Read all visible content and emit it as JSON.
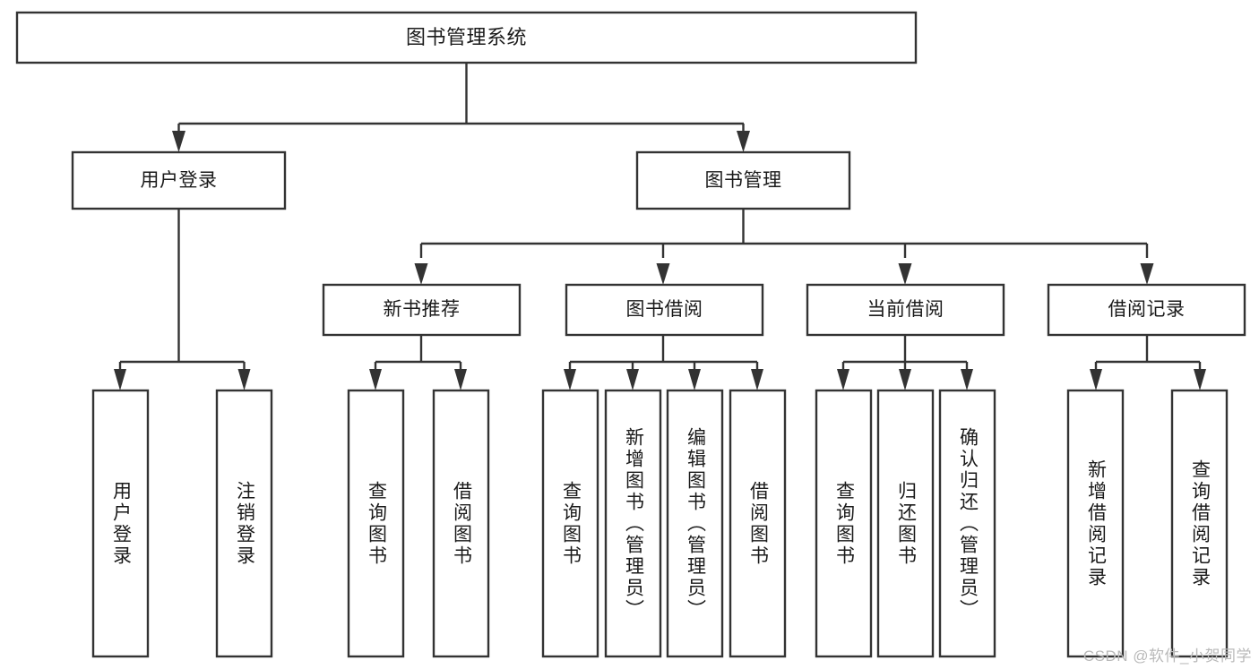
{
  "diagram": {
    "title": "图书管理系统",
    "watermark": "CSDN @软件_小贺同学",
    "stroke_color": "#333333",
    "box_fill": "#ffffff",
    "background": "#ffffff",
    "nodes": {
      "root": {
        "label": "图书管理系统",
        "orientation": "horizontal"
      },
      "l2_0": {
        "label": "用户登录",
        "orientation": "horizontal"
      },
      "l2_1": {
        "label": "图书管理",
        "orientation": "horizontal"
      },
      "l3_0": {
        "label": "新书推荐",
        "orientation": "horizontal"
      },
      "l3_1": {
        "label": "图书借阅",
        "orientation": "horizontal"
      },
      "l3_2": {
        "label": "当前借阅",
        "orientation": "horizontal"
      },
      "l3_3": {
        "label": "借阅记录",
        "orientation": "horizontal"
      },
      "leaf_0": {
        "label": "用户登录",
        "orientation": "vertical"
      },
      "leaf_1": {
        "label": "注销登录",
        "orientation": "vertical"
      },
      "leaf_2": {
        "label": "查询图书",
        "orientation": "vertical"
      },
      "leaf_3": {
        "label": "借阅图书",
        "orientation": "vertical"
      },
      "leaf_4": {
        "label": "查询图书",
        "orientation": "vertical"
      },
      "leaf_5": {
        "label": "新增图书（管理员）",
        "orientation": "vertical"
      },
      "leaf_6": {
        "label": "编辑图书（管理员）",
        "orientation": "vertical"
      },
      "leaf_7": {
        "label": "借阅图书",
        "orientation": "vertical"
      },
      "leaf_8": {
        "label": "查询图书",
        "orientation": "vertical"
      },
      "leaf_9": {
        "label": "归还图书",
        "orientation": "vertical"
      },
      "leaf_10": {
        "label": "确认归还（管理员）",
        "orientation": "vertical"
      },
      "leaf_11": {
        "label": "新增借阅记录",
        "orientation": "vertical"
      },
      "leaf_12": {
        "label": "查询借阅记录",
        "orientation": "vertical"
      }
    },
    "hierarchy": {
      "图书管理系统": [
        "用户登录",
        "图书管理"
      ],
      "用户登录": [
        "用户登录",
        "注销登录"
      ],
      "图书管理": [
        "新书推荐",
        "图书借阅",
        "当前借阅",
        "借阅记录"
      ],
      "新书推荐": [
        "查询图书",
        "借阅图书"
      ],
      "图书借阅": [
        "查询图书",
        "新增图书（管理员）",
        "编辑图书（管理员）",
        "借阅图书"
      ],
      "当前借阅": [
        "查询图书",
        "归还图书",
        "确认归还（管理员）"
      ],
      "借阅记录": [
        "新增借阅记录",
        "查询借阅记录"
      ]
    }
  }
}
